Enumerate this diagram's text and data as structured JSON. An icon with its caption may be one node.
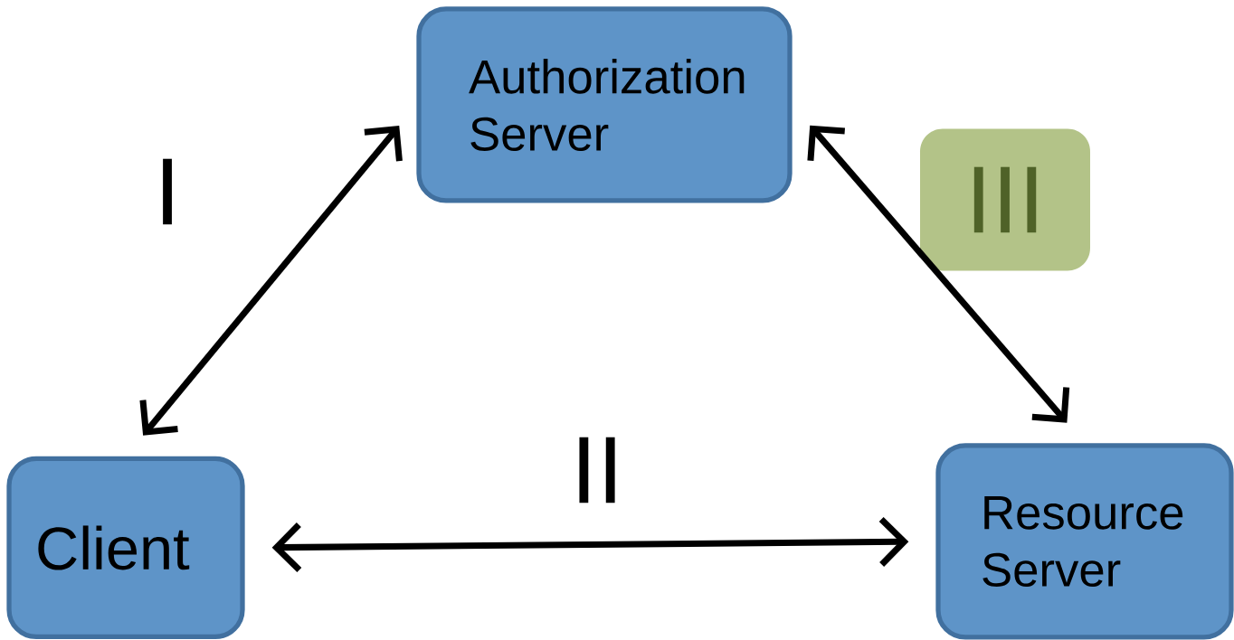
{
  "diagram": {
    "nodes": [
      {
        "text": [
          "Authorization Server"
        ]
      },
      {
        "text": [
          "Client"
        ]
      },
      {
        "text": [
          "Resource Server"
        ]
      },
      {
        "text": [
          "III"
        ]
      }
    ],
    "edges": [
      {
        "from": 1,
        "to": 0,
        "arrow": "both"
      },
      {
        "from": 1,
        "to": 2,
        "arrow": "both"
      },
      {
        "from": 0,
        "to": 2,
        "arrow": "both"
      }
    ],
    "labels": [
      "I",
      "II"
    ]
  }
}
